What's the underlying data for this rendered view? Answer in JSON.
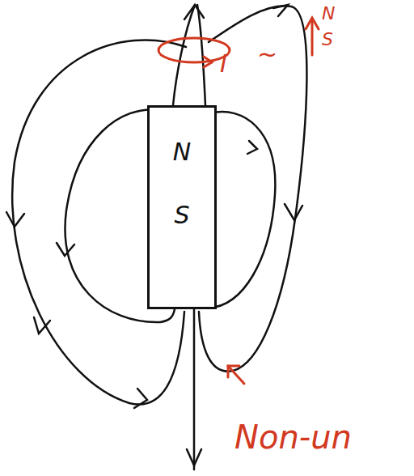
{
  "diagram": {
    "nodes": [
      {
        "text": [
          "N",
          "S"
        ]
      }
    ],
    "labels": [
      "I",
      "~",
      "N",
      "S",
      "Non-un"
    ]
  }
}
